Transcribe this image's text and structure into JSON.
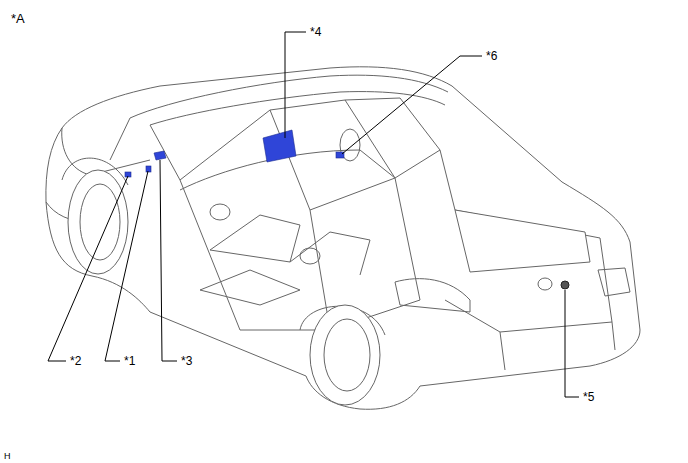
{
  "diagram": {
    "labels": [
      "*A",
      "*4",
      "*6",
      "*2",
      "*1",
      "*3",
      "*5",
      "H"
    ]
  }
}
